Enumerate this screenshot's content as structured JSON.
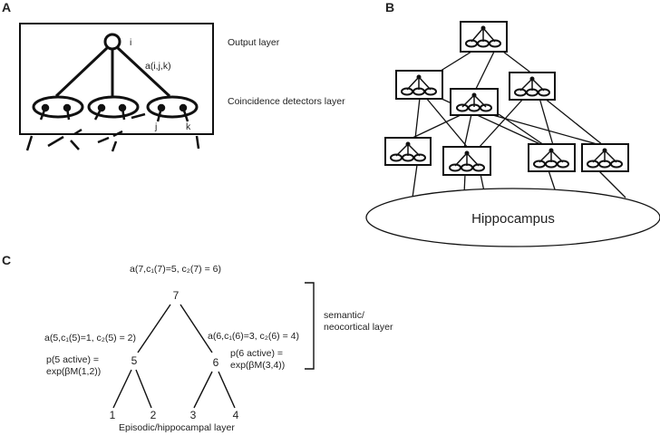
{
  "panels": {
    "a": "A",
    "b": "B",
    "c": "C"
  },
  "panel_a": {
    "output_node_label": "i",
    "connection_label": "a(i,j,k)",
    "input_label_j": "j",
    "input_label_k": "k",
    "output_layer_label": "Output layer",
    "coincidence_layer_label": "Coincidence detectors layer"
  },
  "panel_b": {
    "hippocampus_label": "Hippocampus"
  },
  "panel_c": {
    "top_formula": "a(7,c₁(7)=5, c₂(7) = 6)",
    "node_7": "7",
    "node_5": "5",
    "node_6": "6",
    "node_1": "1",
    "node_2": "2",
    "node_3": "3",
    "node_4": "4",
    "left_formula": "a(5,c₁(5)=1, c₂(5) = 2)",
    "right_formula": "a(6,c₁(6)=3, c₂(6) = 4)",
    "p5_line1": "p(5 active) =",
    "p5_line2": "exp(βM(1,2))",
    "p6_line1": "p(6 active) =",
    "p6_line2": "exp(βM(3,4))",
    "semantic_line1": "semantic/",
    "semantic_line2": "neocortical layer",
    "episodic_label": "Episodic/hippocampal layer"
  }
}
